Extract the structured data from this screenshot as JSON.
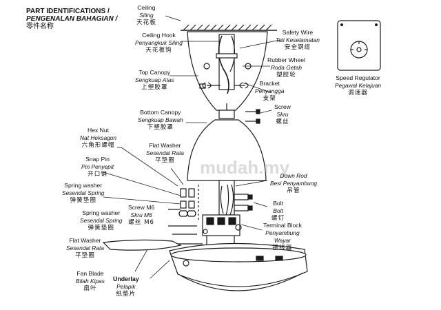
{
  "header": {
    "title_en": "PART IDENTIFICATIONS /",
    "title_ms": "PENGENALAN BAHAGIAN /",
    "title_zh": "零件名称"
  },
  "labels": {
    "ceiling": {
      "en": "Ceiling",
      "ms": "Siling",
      "zh": "天花板"
    },
    "ceiling_hook": {
      "en": "Ceiling Hook",
      "ms": "Penyangkuk Siling",
      "zh": "天花板钩"
    },
    "top_canopy": {
      "en": "Top Canopy",
      "ms": "Sengkuap Atas",
      "zh": "上塑胶罩"
    },
    "bottom_canopy": {
      "en": "Bottom Canopy",
      "ms": "Sengkuap Bawah",
      "zh": "下塑胶罩"
    },
    "hex_nut": {
      "en": "Hex Nut",
      "ms": "Nat Heksagon",
      "zh": "六角形螺帽"
    },
    "flat_washer_top": {
      "en": "Flat Washer",
      "ms": "Sesendal Rata",
      "zh": "平垫圈"
    },
    "snap_pin": {
      "en": "Snap Pin",
      "ms": "Pin Penyepit",
      "zh": "开口销"
    },
    "spring_washer_1": {
      "en": "Spring washer",
      "ms": "Sesendal Spring",
      "zh": "弹簧垫圈"
    },
    "screw_m6": {
      "en": "Screw M6",
      "ms": "Skru M6",
      "zh": "螺丝 M6"
    },
    "spring_washer_2": {
      "en": "Spring washer",
      "ms": "Sesendal Spring",
      "zh": "弹簧垫圈"
    },
    "flat_washer_bottom": {
      "en": "Flat Washer",
      "ms": "Sesendal Rata",
      "zh": "平垫圈"
    },
    "fan_blade": {
      "en": "Fan Blade",
      "ms": "Bilah Kipas",
      "zh": "扇叶"
    },
    "underlay": {
      "en": "Underlay",
      "ms": "Pelapik",
      "zh": "纸垫片"
    },
    "safety_wire": {
      "en": "Safety Wire",
      "ms": "Tali Keselamatan",
      "zh": "安全钢缆"
    },
    "rubber_wheel": {
      "en": "Rubber Wheel",
      "ms": "Roda Getah",
      "zh": "塑胶轮"
    },
    "bracket": {
      "en": "Bracket",
      "ms": "Penyangga",
      "zh": "支架"
    },
    "screw": {
      "en": "Screw",
      "ms": "Skru",
      "zh": "螺丝"
    },
    "down_rod": {
      "ms": "Down Rod",
      "ms2": "Besi Penyambung",
      "zh": "吊管"
    },
    "bolt": {
      "en": "Bolt",
      "ms": "Bolt",
      "zh": "螺钉"
    },
    "terminal_block": {
      "en": "Terminal Block",
      "ms": "Penyambung",
      "ms2": "Wayar",
      "zh": "接线器"
    },
    "speed_regulator": {
      "en": "Speed Regulator",
      "ms": "Pegawal Kelajuan",
      "zh": "调速器"
    }
  },
  "watermark": "mudah.my",
  "colors": {
    "line": "#1a1a1a",
    "fill": "#ffffff",
    "watermark": "#999999"
  }
}
